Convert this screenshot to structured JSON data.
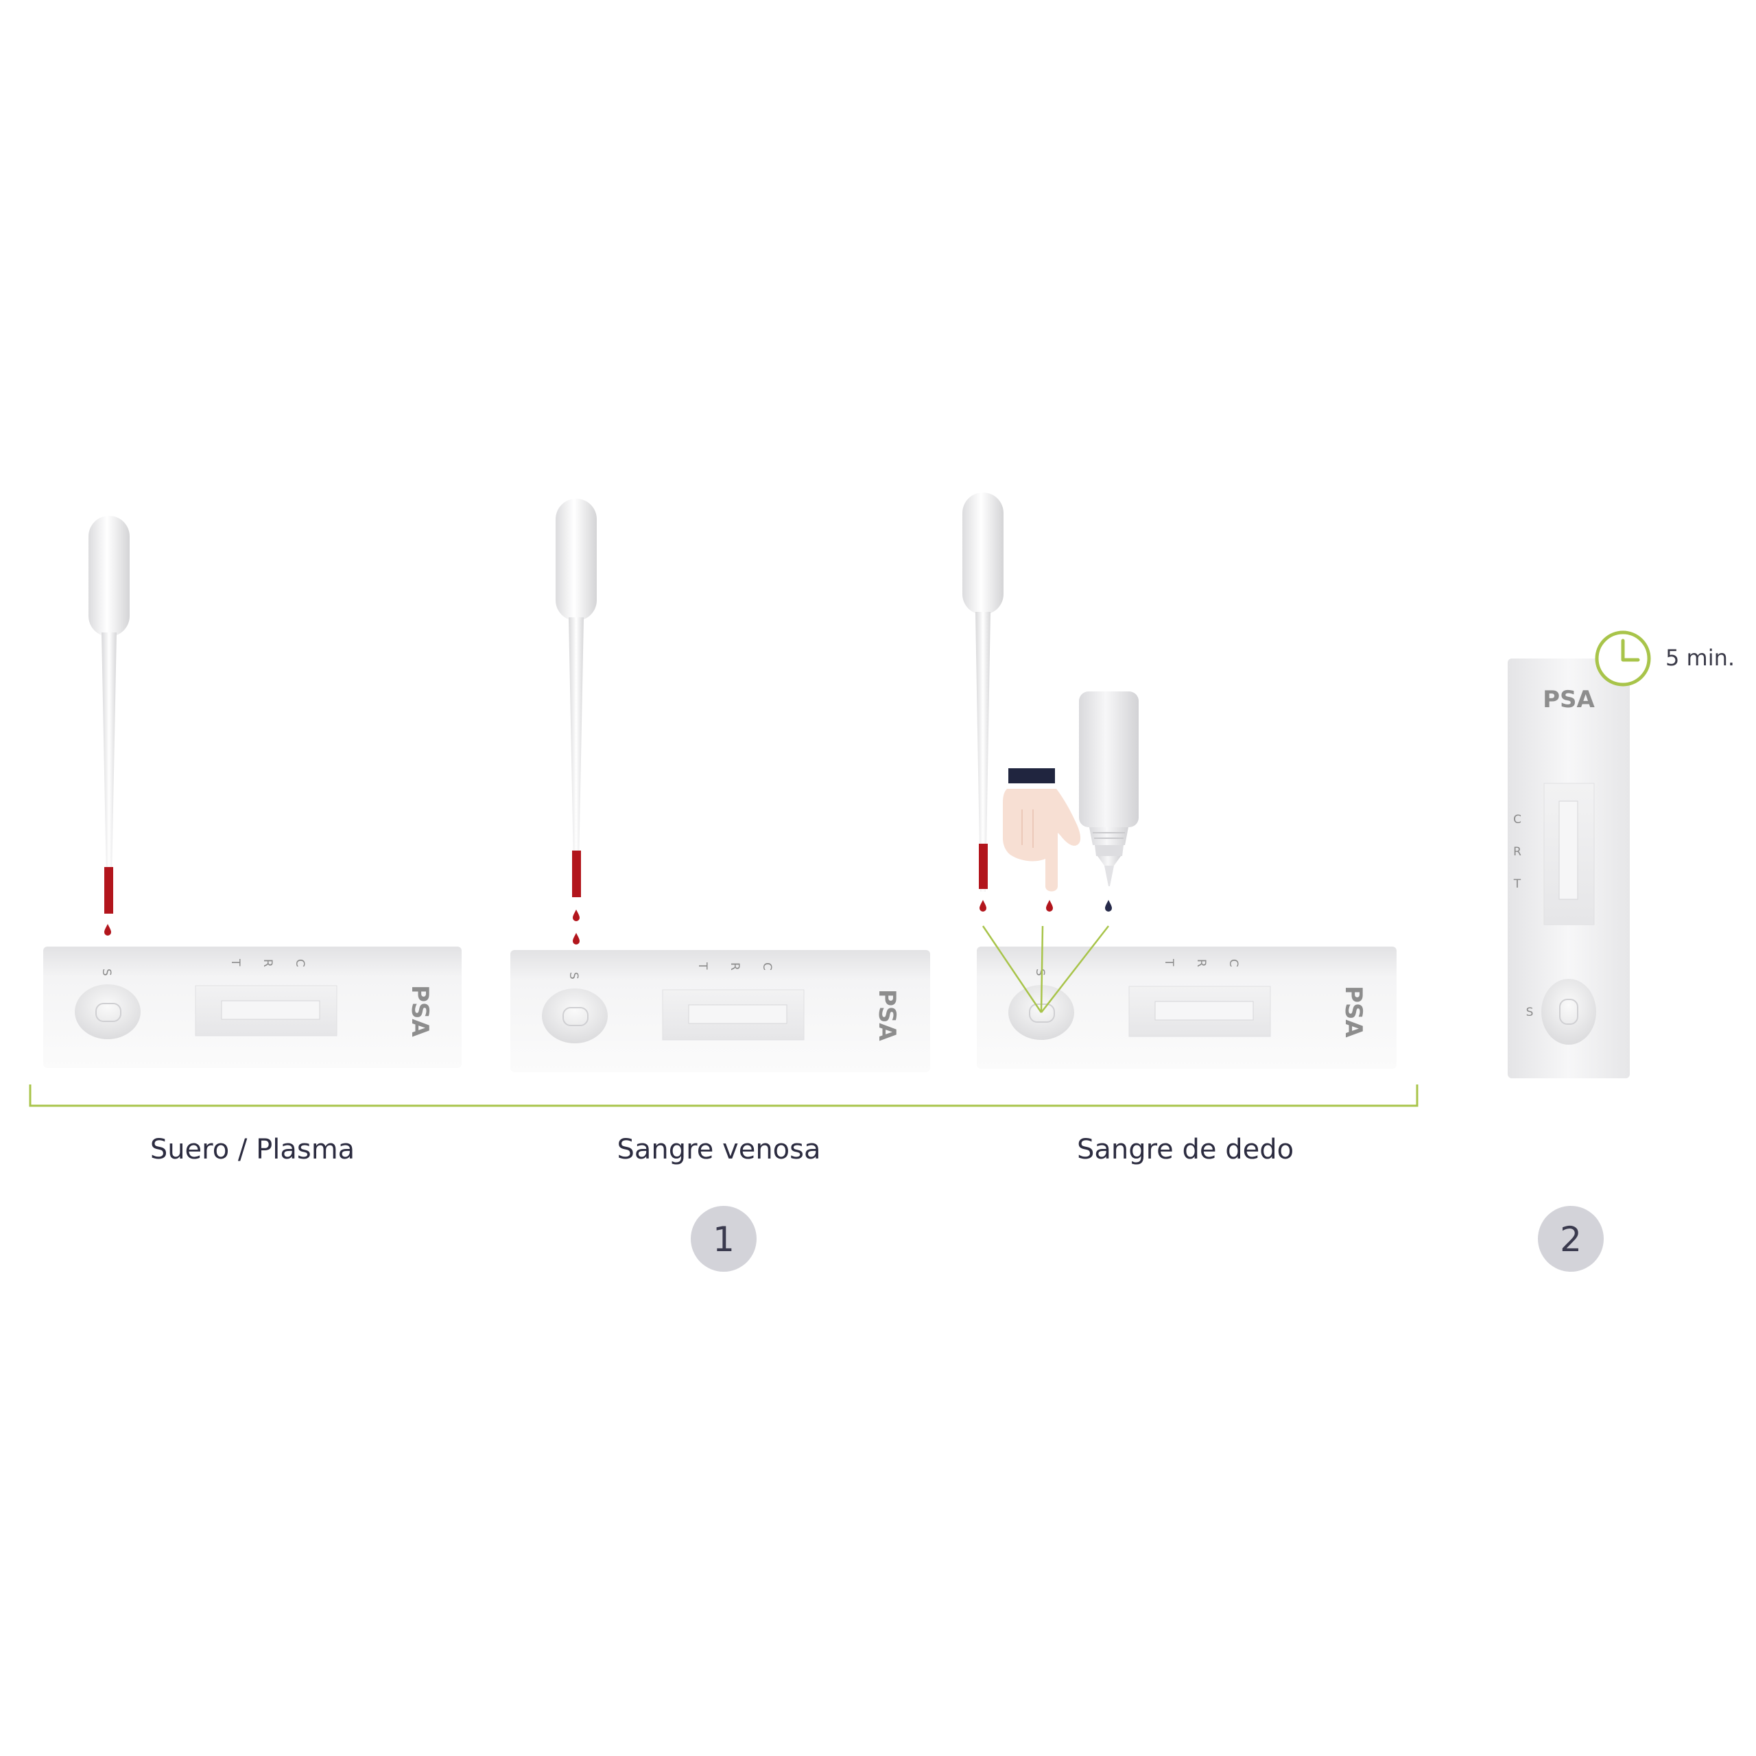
{
  "device": {
    "name": "PSA",
    "window_letters": [
      "T",
      "R",
      "C"
    ],
    "sample_letter": "S"
  },
  "step1": {
    "number": "1",
    "sample_types": [
      {
        "caption": "Suero / Plasma"
      },
      {
        "caption": "Sangre venosa"
      },
      {
        "caption": "Sangre de dedo"
      }
    ]
  },
  "step2": {
    "number": "2",
    "timer": "5 min."
  },
  "colors": {
    "blood": "#b2151c",
    "buffer_drop": "#262a4a",
    "accent_green": "#a8c44a",
    "step_circle": "#d3d3d9",
    "cuff": "#20253f",
    "skin": "#f7dfd3"
  },
  "icons": [
    "pipette-icon",
    "blood-drop-icon",
    "finger-icon",
    "dropper-bottle-icon",
    "clock-icon"
  ]
}
